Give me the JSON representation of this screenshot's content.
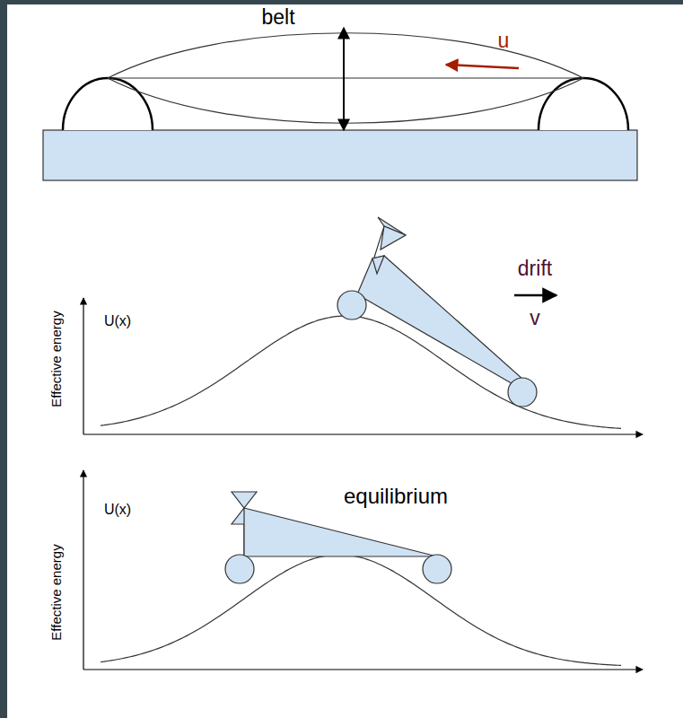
{
  "diagram": {
    "labels": [
      "belt",
      "u",
      "U(x)",
      "Effective energy",
      "drift",
      "v",
      "U(x)",
      "Effective energy",
      "equilibrium"
    ]
  }
}
